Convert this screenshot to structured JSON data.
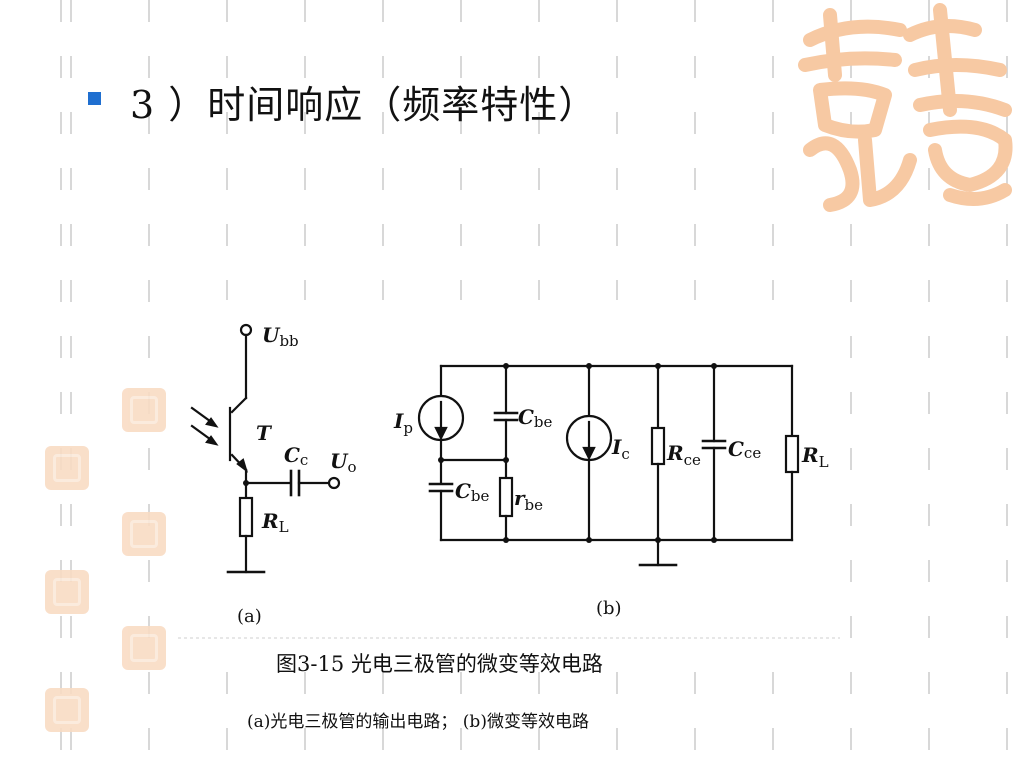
{
  "heading": {
    "text": "3 ）时间响应（频率特性）"
  },
  "figure": {
    "sub_a": "(a)",
    "sub_b": "(b)",
    "caption": "图3-15  光电三极管的微变等效电路",
    "subcaption": "(a)光电三极管的输出电路； (b)微变等效电路",
    "labels": {
      "Ubb": "U",
      "Ubb_sub": "bb",
      "T": "T",
      "Cc": "C",
      "Cc_sub": "c",
      "Uo": "U",
      "Uo_sub": "o",
      "RL_a": "R",
      "RL_a_sub": "L",
      "Ip": "I",
      "Ip_sub": "p",
      "Cbe1": "C",
      "Cbe1_sub": "be",
      "Cbe2": "C",
      "Cbe2_sub": "be",
      "rbe": "r",
      "rbe_sub": "be",
      "Ic": "I",
      "Ic_sub": "c",
      "Rce": "R",
      "Rce_sub": "ce",
      "Cce": "C",
      "Cce_sub": "ce",
      "RL_b": "R",
      "RL_b_sub": "L"
    }
  },
  "colors": {
    "bullet": "#1f6fd0",
    "seal": "#f7c9a3",
    "grid": "#d8d8d8"
  }
}
